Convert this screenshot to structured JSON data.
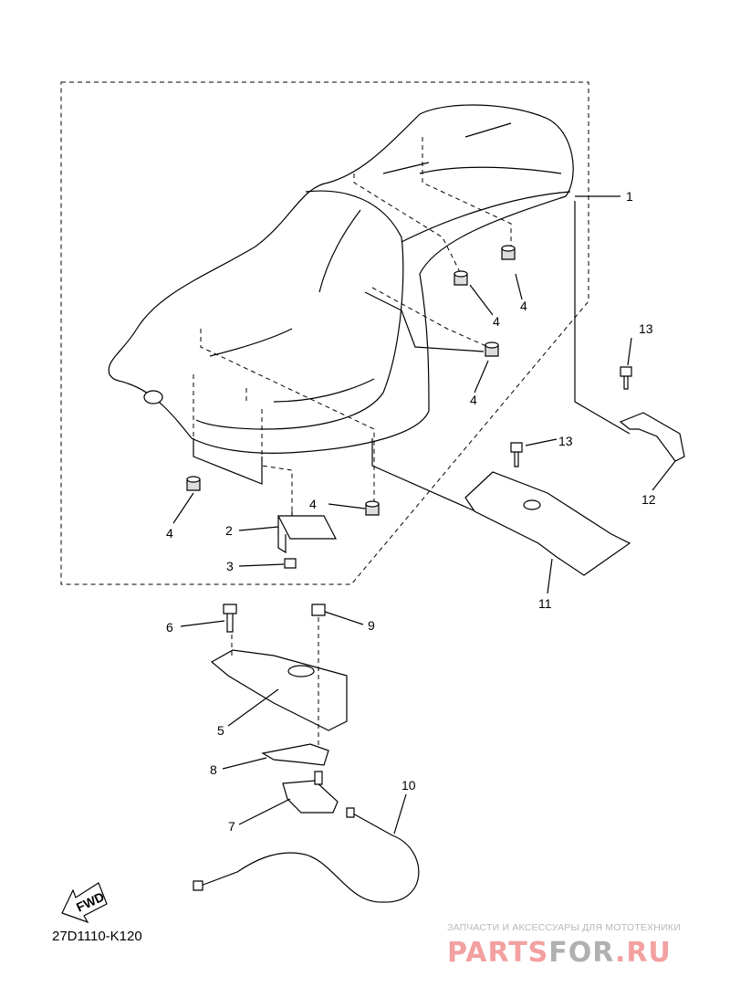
{
  "diagram": {
    "code": "27D1110-K120",
    "fwd_label": "FWD",
    "callouts": {
      "c1": "1",
      "c4a": "4",
      "c4b": "4",
      "c4c": "4",
      "c4d": "4",
      "c4e": "4",
      "c13a": "13",
      "c13b": "13",
      "c12": "12",
      "c2": "2",
      "c3": "3",
      "c11": "11",
      "c6": "6",
      "c9": "9",
      "c5": "5",
      "c8": "8",
      "c7": "7",
      "c10": "10"
    }
  },
  "watermark": {
    "tagline": "ЗАПЧАСТИ И АКСЕССУАРЫ ДЛЯ МОТОТЕХНИКИ",
    "brand_red_1": "PARTS",
    "brand_grey": "FOR",
    "brand_red_2": ".RU",
    "colors": {
      "red": "#f3a0a0",
      "grey": "#b0b0b0"
    }
  }
}
